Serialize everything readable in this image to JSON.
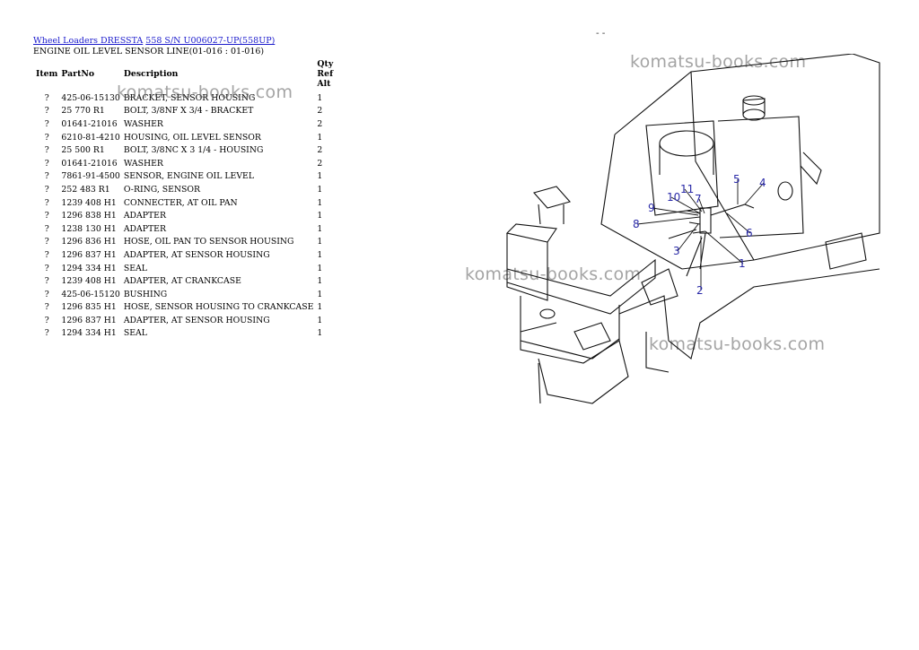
{
  "header": {
    "link1": "Wheel Loaders DRESSTA",
    "link2": "558 S/N U006027-UP(558UP)",
    "subtitle": "ENGINE OIL LEVEL SENSOR LINE(01-016 : 01-016)"
  },
  "table": {
    "headers": {
      "item": "Item",
      "partno": "PartNo",
      "description": "Description",
      "qty": "Qty",
      "ref": "Ref",
      "alt": "Alt"
    },
    "rows": [
      {
        "item": "?",
        "partno": "425-06-15130",
        "description": "BRACKET, SENSOR HOUSING",
        "qty": "1"
      },
      {
        "item": "?",
        "partno": "25 770 R1",
        "description": "BOLT, 3/8NF X 3/4 - BRACKET",
        "qty": "2"
      },
      {
        "item": "?",
        "partno": "01641-21016",
        "description": "WASHER",
        "qty": "2"
      },
      {
        "item": "?",
        "partno": "6210-81-4210",
        "description": "HOUSING, OIL LEVEL SENSOR",
        "qty": "1"
      },
      {
        "item": "?",
        "partno": "25 500 R1",
        "description": "BOLT, 3/8NC X 3 1/4 - HOUSING",
        "qty": "2"
      },
      {
        "item": "?",
        "partno": "01641-21016",
        "description": "WASHER",
        "qty": "2"
      },
      {
        "item": "?",
        "partno": "7861-91-4500",
        "description": "SENSOR, ENGINE OIL LEVEL",
        "qty": "1"
      },
      {
        "item": "?",
        "partno": "252 483 R1",
        "description": "O-RING, SENSOR",
        "qty": "1"
      },
      {
        "item": "?",
        "partno": "1239 408 H1",
        "description": "CONNECTER, AT OIL PAN",
        "qty": "1"
      },
      {
        "item": "?",
        "partno": "1296 838 H1",
        "description": "ADAPTER",
        "qty": "1"
      },
      {
        "item": "?",
        "partno": "1238 130 H1",
        "description": "ADAPTER",
        "qty": "1"
      },
      {
        "item": "?",
        "partno": "1296 836 H1",
        "description": "HOSE, OIL PAN TO SENSOR HOUSING",
        "qty": "1"
      },
      {
        "item": "?",
        "partno": "1296 837 H1",
        "description": "ADAPTER, AT SENSOR HOUSING",
        "qty": "1"
      },
      {
        "item": "?",
        "partno": "1294 334 H1",
        "description": "SEAL",
        "qty": "1"
      },
      {
        "item": "?",
        "partno": "1239 408 H1",
        "description": "ADAPTER, AT CRANKCASE",
        "qty": "1"
      },
      {
        "item": "?",
        "partno": "425-06-15120",
        "description": "BUSHING",
        "qty": "1"
      },
      {
        "item": "?",
        "partno": "1296 835 H1",
        "description": "HOSE, SENSOR HOUSING TO CRANKCASE",
        "qty": "1"
      },
      {
        "item": "?",
        "partno": "1296 837 H1",
        "description": "ADAPTER, AT SENSOR HOUSING",
        "qty": "1"
      },
      {
        "item": "?",
        "partno": "1294 334 H1",
        "description": "SEAL",
        "qty": "1"
      }
    ]
  },
  "watermark": {
    "text": "komatsu-books.com"
  },
  "top_mark": "- -",
  "diagram": {
    "callouts": [
      "1",
      "2",
      "3",
      "4",
      "5",
      "6",
      "7",
      "8",
      "9",
      "10",
      "11"
    ],
    "callout_color": "#2a2aa8"
  }
}
